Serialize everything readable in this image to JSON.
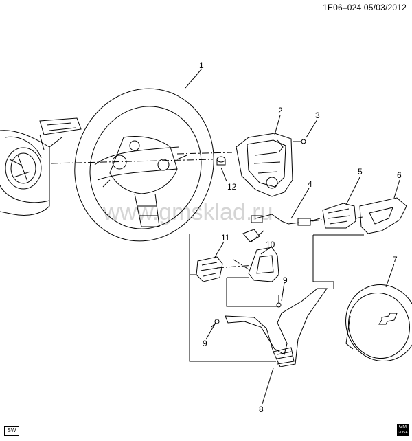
{
  "header": {
    "ref_code": "1E06–024  05/03/2012"
  },
  "watermark": "www.gmsklad.ru",
  "callouts": [
    {
      "num": "1"
    },
    {
      "num": "2"
    },
    {
      "num": "3"
    },
    {
      "num": "4"
    },
    {
      "num": "5"
    },
    {
      "num": "6"
    },
    {
      "num": "7"
    },
    {
      "num": "8"
    },
    {
      "num": "9"
    },
    {
      "num": "9"
    },
    {
      "num": "10"
    },
    {
      "num": "11"
    },
    {
      "num": "12"
    }
  ],
  "badges": {
    "left": "SW",
    "right_top": "GM",
    "right_bottom": "GOSA"
  }
}
